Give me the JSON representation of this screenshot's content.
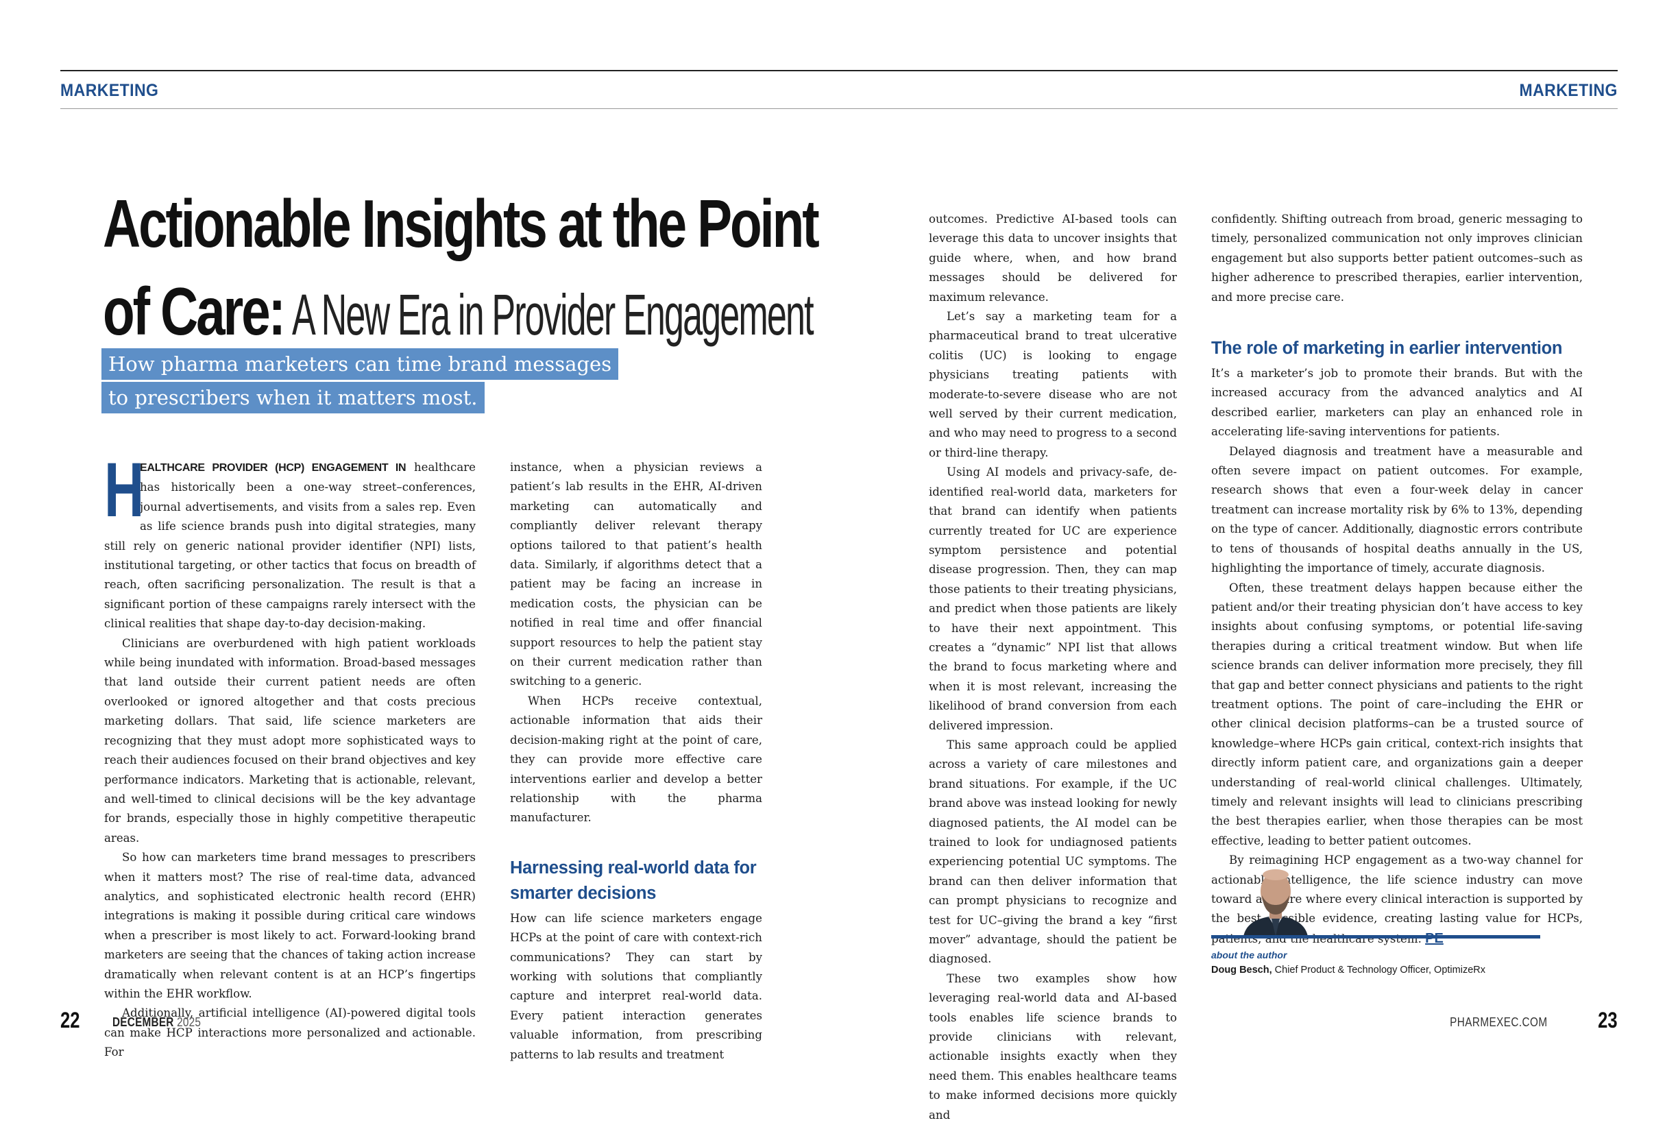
{
  "header": {
    "section_left": "MARKETING",
    "section_right": "MARKETING"
  },
  "article": {
    "title_bold_1": "Actionable Insights at the Point",
    "title_bold_2": "of Care:",
    "title_light": " A New Era in Provider Engagement",
    "subtitle_line1": "How pharma marketers can time brand messages",
    "subtitle_line2": "to prescribers when it matters most.",
    "dropcap": "H",
    "leadin": "EALTHCARE PROVIDER (HCP) ENGAGEMENT IN",
    "p1_rest": " healthcare has historically been a one-way street–conferences, journal advertisements, and visits from a sales rep. Even as life science brands push into digital strategies, many still rely on generic national provider identifier (NPI) lists, institutional targeting, or other tactics that focus on breadth of reach, often sacrificing personalization. The result is that a significant portion of these campaigns rarely intersect with the clinical realities that shape day-to-day decision-making.",
    "p2": "Clinicians are overburdened with high patient workloads while being inundated with information. Broad-based messages that land outside their current patient needs are often overlooked or ignored altogether and that costs precious marketing dollars. That said, life science marketers are recognizing that they must adopt more sophisticated ways to reach their audiences focused on their brand objectives and key performance indicators. Marketing that is actionable, relevant, and well-timed to clinical decisions will be the key advantage for brands, especially those in highly competitive therapeutic areas.",
    "p3": "So how can marketers time brand messages to prescribers when it matters most? The rise of real-time data, advanced analytics, and sophisticated electronic health record (EHR) integrations is making it possible during critical care windows when a prescriber is most likely to act. Forward-looking brand marketers are seeing that the chances of taking action increase dramatically when relevant content is at an HCP’s fingertips within the EHR workflow.",
    "p4": "Additionally, artificial intelligence (AI)-powered digital tools can make HCP interactions more personalized and actionable. For",
    "p5": "instance, when a physician reviews a patient’s lab results in the EHR, AI-driven marketing can automatically and compliantly deliver relevant therapy options tailored to that patient’s health data. Similarly, if algorithms detect that a patient may be facing an increase in medication costs, the physician can be notified in real time and offer financial support resources to help the patient stay on their current medication rather than switching to a generic.",
    "p6": "When HCPs receive contextual, actionable information that aids their decision-making right at the point of care, they can provide more effective care interventions earlier and develop a better relationship with the pharma manufacturer.",
    "subhead1": "Harnessing real-world data for smarter decisions",
    "p7": "How can life science marketers engage HCPs at the point of care with context-rich communications? They can start by working with solutions that compliantly capture and interpret real-world data. Every patient interaction generates valuable information, from prescribing patterns to lab results and treatment",
    "p8": "outcomes. Predictive AI-based tools can leverage this data to uncover insights that guide where, when, and how brand messages should be delivered for maximum relevance.",
    "p9": "Let’s say a marketing team for a pharmaceutical brand to treat ulcerative colitis (UC) is looking to engage physicians treating patients with moderate-to-severe disease who are not well served by their current medication, and who may need to progress to a second or third-line therapy.",
    "p10": "Using AI models and privacy-safe, de-identified real-world data, marketers for that brand can identify when patients currently treated for UC are experience symptom persistence and potential disease progression. Then, they can map those patients to their treating physicians, and predict when those patients are likely to have their next appointment.  This creates a “dynamic” NPI list that allows the brand to focus marketing where and when it is most relevant, increasing the likelihood of brand conversion from each delivered impression.",
    "p11": "This same approach could be applied across a variety of care milestones and brand situations. For example, if the UC brand above was instead looking for newly diagnosed patients, the AI model can be trained to look for undiagnosed patients experiencing potential UC symptoms. The brand can then deliver information that can prompt physicians to recognize and test for UC–giving the brand a key “first mover” advantage, should the patient be diagnosed.",
    "p12": "These two examples show how leveraging real-world data and AI-based tools enables life science brands to provide clinicians with relevant, actionable insights exactly when they need them. This enables healthcare teams to make informed decisions more quickly and",
    "p13": "confidently. Shifting outreach from broad, generic messaging to timely, personalized communication not only improves clinician engagement but also supports better patient outcomes–such as higher adherence to prescribed therapies, earlier intervention, and more precise care.",
    "subhead2": "The role of marketing in earlier intervention",
    "p14": "It’s a marketer’s job to promote their brands. But with the increased accuracy from the advanced analytics and AI described earlier, marketers can play an enhanced role in accelerating life-saving interventions for patients.",
    "p15": "Delayed diagnosis and treatment have a measurable and often severe impact on patient outcomes. For example, research shows that even a four-week delay in cancer treatment can increase mortality risk by 6% to 13%, depending on the type of cancer. Additionally, diagnostic errors contribute to tens of thousands of hospital deaths annually in the US, highlighting the importance of timely, accurate diagnosis.",
    "p16": "Often, these treatment delays happen because either the patient and/or their treating physician don’t have access to key insights about confusing symptoms, or potential life-saving therapies during a critical treatment window. But when life science brands can deliver information more precisely, they fill that gap and better connect physicians and patients to the right treatment options. The point of care–including the EHR or other clinical decision platforms–can be a trusted source of knowledge–where HCPs gain critical, context-rich insights that directly inform patient care, and organizations gain a deeper understanding of real-world clinical challenges. Ultimately, timely and relevant insights will lead to clinicians prescribing the best therapies earlier, when those therapies can be most effective, leading to better patient outcomes.",
    "p17": "By reimagining HCP engagement as a two-way channel for actionable intelligence, the life science industry can move toward a future where every clinical interaction is supported by the best possible evidence, creating lasting value for HCPs, patients, and the healthcare system. ",
    "end_mark": "PE"
  },
  "author": {
    "about_label": "about the author",
    "name": "Doug Besch,",
    "role": " Chief Product & Technology Officer, OptimizeRx"
  },
  "footer": {
    "page_left": "22",
    "page_right": "23",
    "issue_month": "DECEMBER",
    "issue_year": " 2025",
    "site": "PHARMEXEC.COM"
  },
  "colors": {
    "accent": "#1f4e8c",
    "subtitle_bg": "#5d8fc7"
  }
}
